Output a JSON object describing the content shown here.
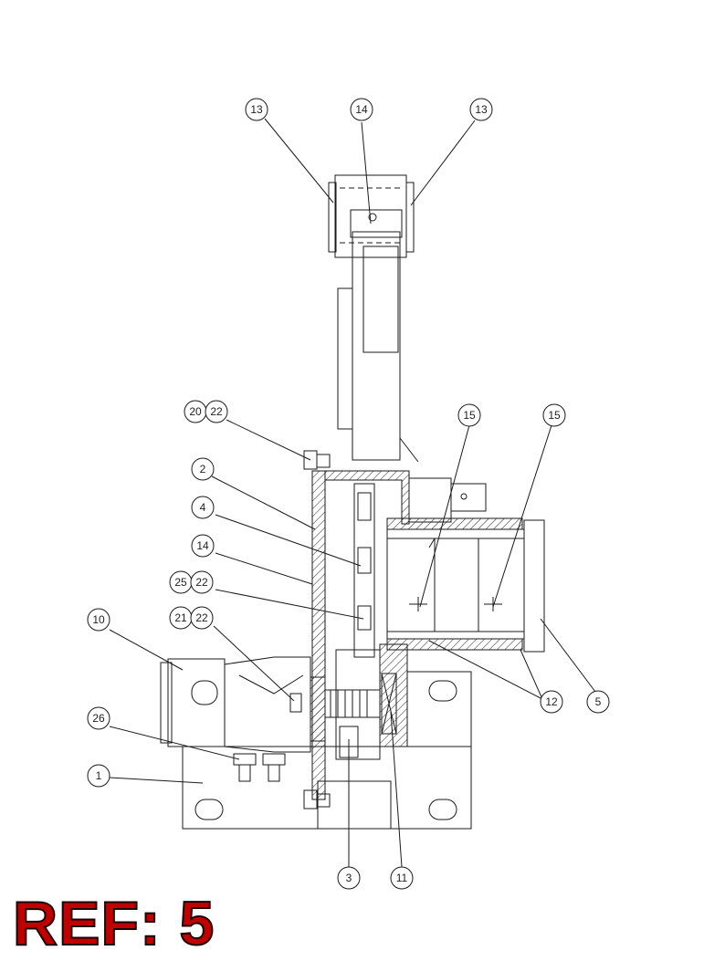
{
  "callouts": [
    {
      "id": "c13a",
      "label": "13"
    },
    {
      "id": "c14a",
      "label": "14"
    },
    {
      "id": "c13b",
      "label": "13"
    },
    {
      "id": "c20",
      "label": "20"
    },
    {
      "id": "c22a",
      "label": "22"
    },
    {
      "id": "c15a",
      "label": "15"
    },
    {
      "id": "c15b",
      "label": "15"
    },
    {
      "id": "c2",
      "label": "2"
    },
    {
      "id": "c4",
      "label": "4"
    },
    {
      "id": "c14b",
      "label": "14"
    },
    {
      "id": "c25",
      "label": "25"
    },
    {
      "id": "c22b",
      "label": "22"
    },
    {
      "id": "c10",
      "label": "10"
    },
    {
      "id": "c21",
      "label": "21"
    },
    {
      "id": "c22c",
      "label": "22"
    },
    {
      "id": "c26",
      "label": "26"
    },
    {
      "id": "c1",
      "label": "1"
    },
    {
      "id": "c12",
      "label": "12"
    },
    {
      "id": "c5",
      "label": "5"
    },
    {
      "id": "c3",
      "label": "3"
    },
    {
      "id": "c11",
      "label": "11"
    }
  ],
  "ref_label": "REF: 5",
  "colors": {
    "line": "#1a1a1a",
    "ref_fill": "#c00000",
    "ref_stroke": "#1a0000"
  }
}
